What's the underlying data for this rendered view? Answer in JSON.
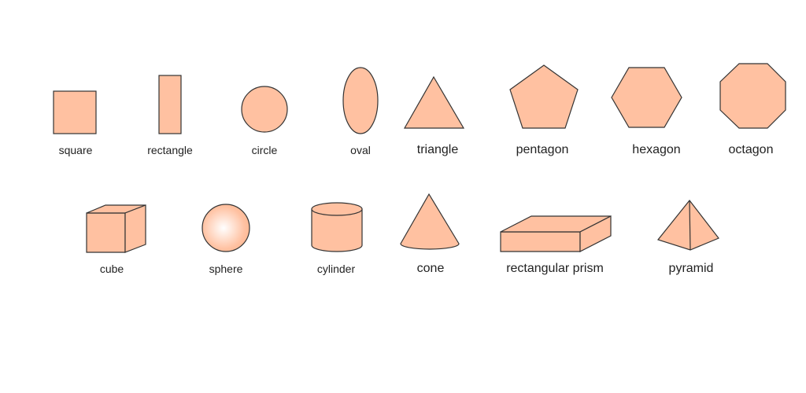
{
  "colors": {
    "fill": "#ffc1a1",
    "stroke": "#333333",
    "text": "#222222",
    "sphere_highlight": "#ffffff"
  },
  "shapes_2d": {
    "square": "square",
    "rectangle": "rectangle",
    "circle": "circle",
    "oval": "oval",
    "triangle": "triangle",
    "pentagon": "pentagon",
    "hexagon": "hexagon",
    "octagon": "octagon"
  },
  "shapes_3d": {
    "cube": "cube",
    "sphere": "sphere",
    "cylinder": "cylinder",
    "cone": "cone",
    "rectangular_prism": "rectangular prism",
    "pyramid": "pyramid"
  }
}
